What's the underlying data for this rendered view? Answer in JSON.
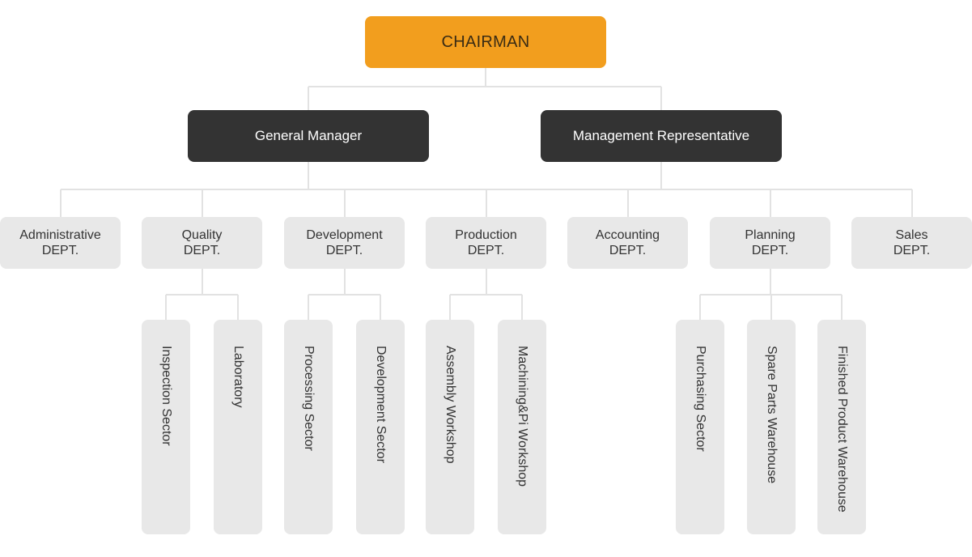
{
  "chairman": "CHAIRMAN",
  "managers": [
    "General Manager",
    "Management Representative"
  ],
  "departments": [
    {
      "line1": "Administrative",
      "line2": "DEPT."
    },
    {
      "line1": "Quality",
      "line2": "DEPT."
    },
    {
      "line1": "Development",
      "line2": "DEPT."
    },
    {
      "line1": "Production",
      "line2": "DEPT."
    },
    {
      "line1": "Accounting",
      "line2": "DEPT."
    },
    {
      "line1": "Planning",
      "line2": "DEPT."
    },
    {
      "line1": "Sales",
      "line2": "DEPT."
    }
  ],
  "sectors": {
    "quality": [
      "Inspection Sector",
      "Laboratory"
    ],
    "development": [
      "Processing Sector",
      "Development Sector"
    ],
    "production": [
      "Assembly Workshop",
      "Machining&Pi Workshop"
    ],
    "planning": [
      "Purchasing Sector",
      "Spare Parts Warehouse",
      "Finished Product Warehouse"
    ]
  },
  "colors": {
    "chairman": "#f29e1e",
    "manager": "#333333",
    "department": "#e8e8e8",
    "connector": "#e0e0e0"
  }
}
